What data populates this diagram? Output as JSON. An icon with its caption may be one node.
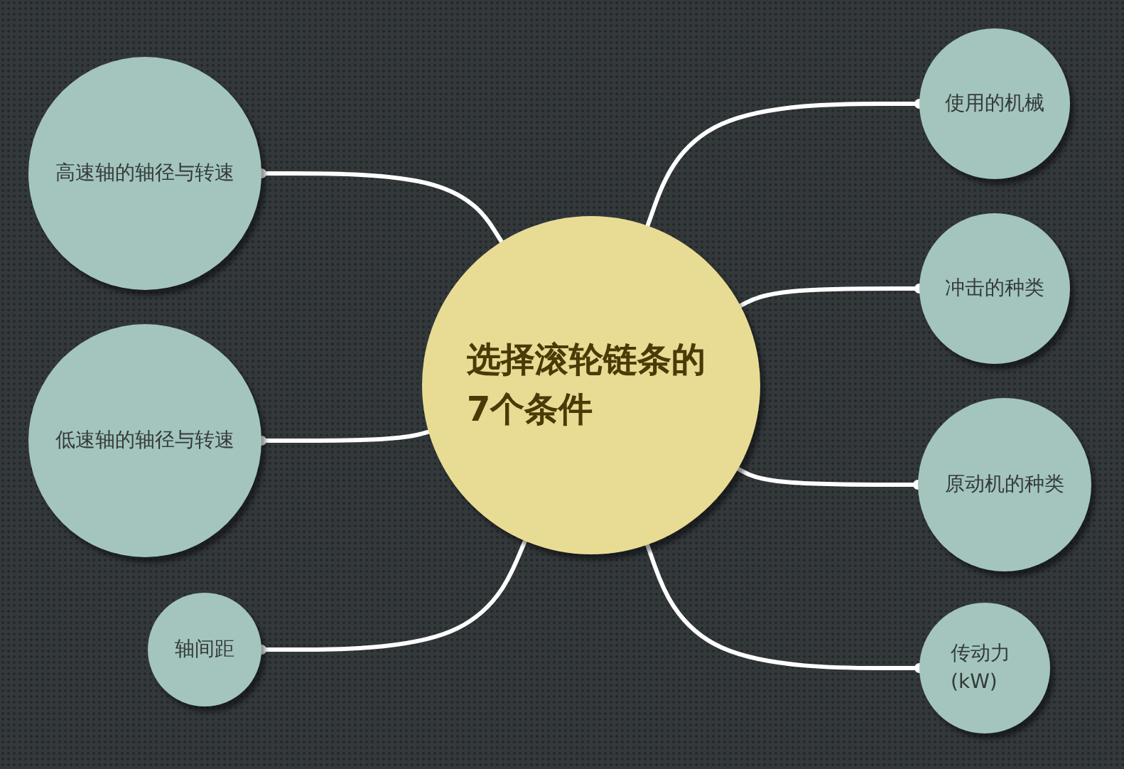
{
  "diagram": {
    "nodes": [
      {
        "text": [
          "选择滚轮链条的7个条件"
        ]
      },
      {
        "text": [
          "高速轴的轴径与转速"
        ]
      },
      {
        "text": [
          "低速轴的轴径与转速"
        ]
      },
      {
        "text": [
          "轴间距"
        ]
      },
      {
        "text": [
          "使用的机械"
        ]
      },
      {
        "text": [
          "冲击的种类"
        ]
      },
      {
        "text": [
          "原动机的种类"
        ]
      },
      {
        "text": [
          "传动力 (kW)"
        ]
      }
    ],
    "edges": [
      {
        "from": 0,
        "to": 1,
        "arrow": "other"
      },
      {
        "from": 0,
        "to": 2,
        "arrow": "other"
      },
      {
        "from": 0,
        "to": 3,
        "arrow": "other"
      },
      {
        "from": 0,
        "to": 4,
        "arrow": "other"
      },
      {
        "from": 0,
        "to": 5,
        "arrow": "other"
      },
      {
        "from": 0,
        "to": 6,
        "arrow": "other"
      },
      {
        "from": 0,
        "to": 7,
        "arrow": "other"
      }
    ]
  }
}
